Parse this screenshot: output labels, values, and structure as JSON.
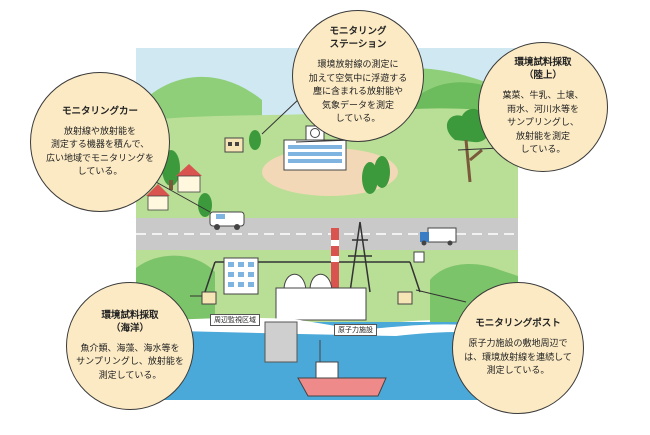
{
  "bubbles": {
    "station": {
      "title": "モニタリング\nステーション",
      "body": "環境放射線の測定に\n加えて空気中に浮遊する\n塵に含まれる放射能や\n気象データを測定\nしている。"
    },
    "land": {
      "title": "環境試料採取\n（陸上）",
      "body": "葉菜、牛乳、土壌、\n雨水、河川水等を\nサンプリングし、\n放射能を測定\nしている。"
    },
    "car": {
      "title": "モニタリングカー",
      "body": "放射線や放射能を\n測定する機器を積んで、\n広い地域でモニタリングを\nしている。"
    },
    "sea": {
      "title": "環境試料採取\n（海洋）",
      "body": "魚介類、海藻、海水等を\nサンプリングし、放射能を\n測定している。"
    },
    "post": {
      "title": "モニタリングポスト",
      "body": "原子力施設の敷地周辺で\nは、環境放射線を連続して\n測定している。"
    }
  },
  "labels": {
    "monitoring_area": "周辺監視区域",
    "nuclear_facility": "原子力施設"
  },
  "colors": {
    "sky": "#cfe8f2",
    "bubble_fill": "#fbeac4",
    "grass": "#b9de96",
    "hill": "#7cc46a",
    "road": "#c9c9c9",
    "sea": "#4aa9d8",
    "boat": "#ee8a8a"
  }
}
